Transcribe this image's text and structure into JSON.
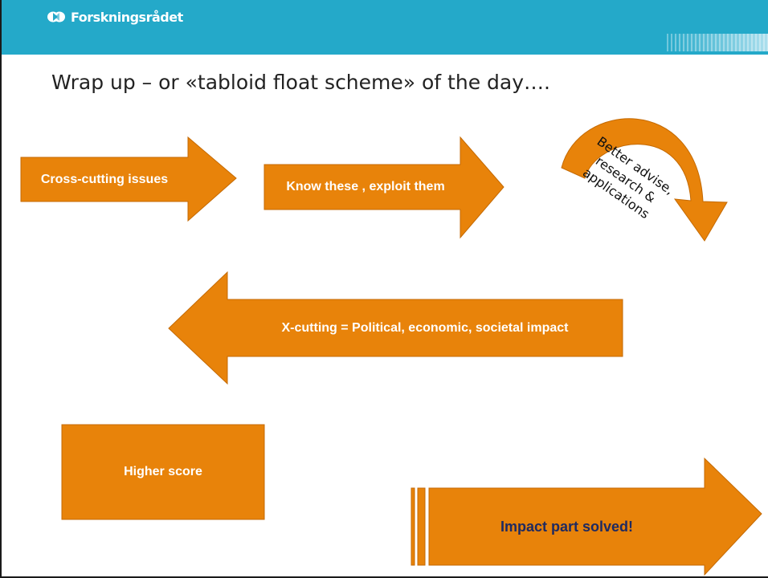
{
  "header": {
    "logo_text": "Forskningsrådet",
    "bar_color": "#24a9c9"
  },
  "slide": {
    "title": "Wrap up – or «tabloid float scheme» of the day…."
  },
  "shapes": {
    "fill_color": "#e8830a",
    "arrow1_label": "Cross-cutting issues",
    "arrow2_label": "Know these , exploit them",
    "curved_arrow_label": "Better advise, research & applications",
    "left_arrow_label": "X-cutting = Political, economic, societal impact",
    "box_label": "Higher score",
    "striped_arrow_label": "Impact part solved!",
    "striped_arrow_label_color": "#1f2a60"
  }
}
